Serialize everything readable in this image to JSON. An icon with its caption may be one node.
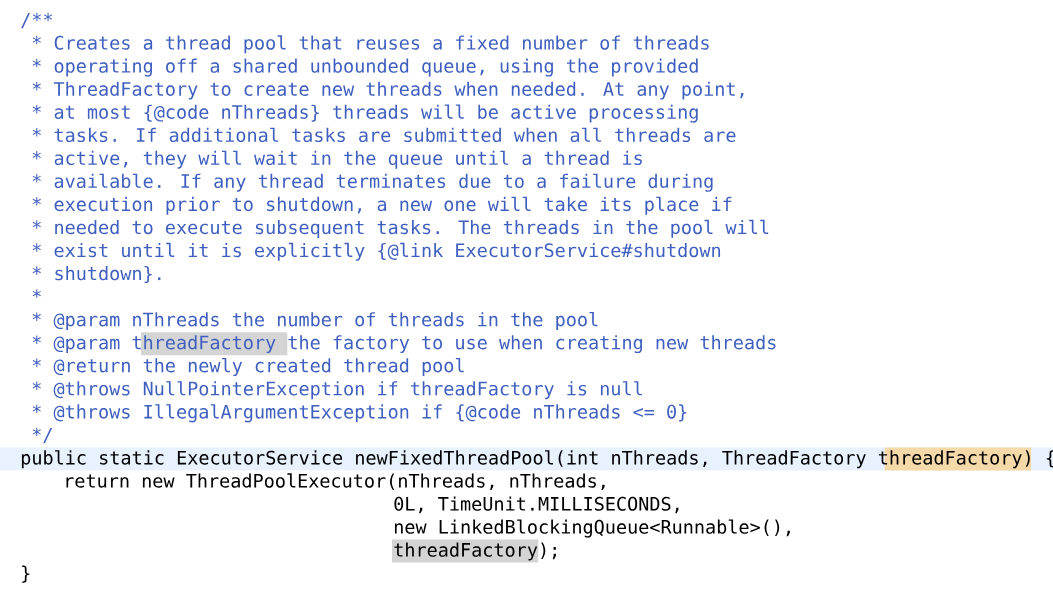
{
  "diagram": {
    "labels": [
      "/**",
      "* Creates a thread pool that reuses a fixed number of threads",
      "* operating off a shared unbounded queue, using the provided",
      "* ThreadFactory to create new threads when needed. At any point,",
      "* at most {@code nThreads} threads will be active processing",
      "* tasks. If additional tasks are submitted when all threads are",
      "* active, they will wait in the queue until a thread is",
      "* available. If any thread terminates due to a failure during",
      "* execution prior to shutdown, a new one will take its place if",
      "* needed to execute subsequent tasks. The threads in the pool will",
      "* exist until it is explicitly {@link ExecutorService#shutdown",
      "* shutdown}.",
      "*",
      "* @param nThreads the number of threads in the pool",
      "* @param threadFactory the factory to use when creating new threads",
      "* @return the newly created thread pool",
      "* @throws NullPointerException if threadFactory is null",
      "* @throws IllegalArgumentException if {@code nThreads <= 0}",
      "*/",
      "public static ExecutorService newFixedThreadPool(int nThreads, ThreadFactory threadFactory) {",
      "return new ThreadPoolExecutor(nThreads, nThreads,",
      "0L, TimeUnit.MILLISECONDS,",
      "new LinkedBlockingQueue<Runnable>(),",
      "threadFactory);",
      "}"
    ]
  }
}
